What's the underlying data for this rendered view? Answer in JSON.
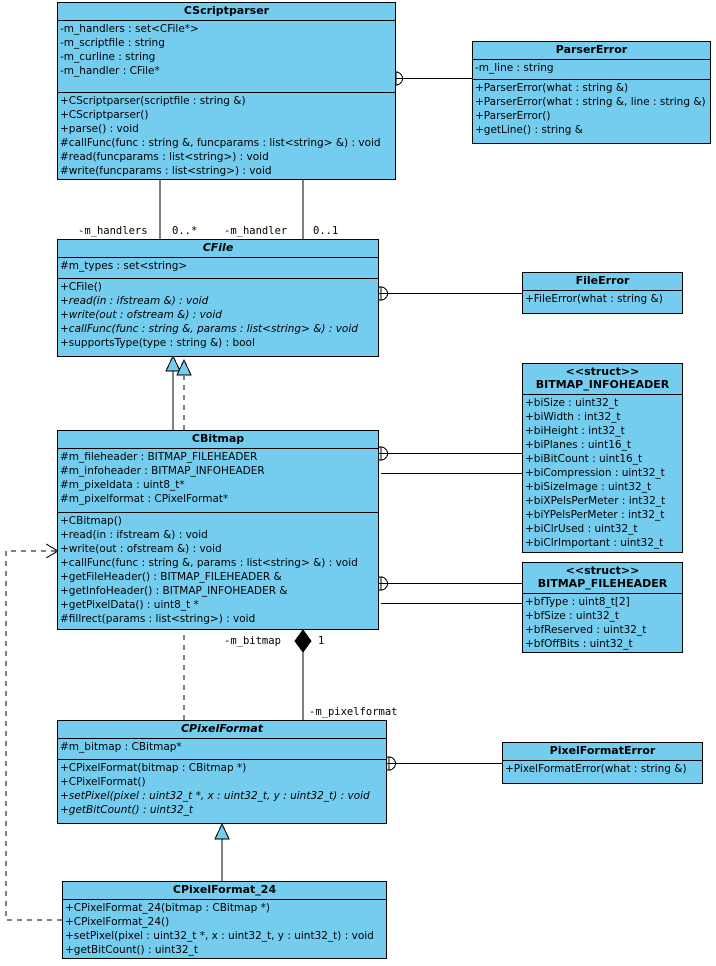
{
  "diagram": {
    "kind": "uml-class-diagram",
    "colors": {
      "class_fill": "#74cdee",
      "border": "#000000",
      "background": "#ffffff",
      "line": "#000000"
    }
  },
  "classes": [
    {
      "id": "cscriptparser",
      "name": "CScriptparser",
      "stereotype": "",
      "abstract": false,
      "attributes": [
        "-m_handlers : set<CFile*>",
        "-m_scriptfile : string",
        "-m_curline : string",
        "-m_handler : CFile*"
      ],
      "operations": [
        "+CScriptparser(scriptfile : string &)",
        "+CScriptparser()",
        "+parse() : void",
        "#callFunc(func : string &, funcparams : list<string> &) : void",
        "#read(funcparams : list<string>) : void",
        "#write(funcparams : list<string>) : void"
      ],
      "abstract_operations": []
    },
    {
      "id": "parsererror",
      "name": "ParserError",
      "stereotype": "",
      "abstract": false,
      "attributes": [
        "-m_line : string"
      ],
      "operations": [
        "+ParserError(what : string &)",
        "+ParserError(what : string &, line : string &)",
        "+ParserError()",
        "+getLine() : string &"
      ],
      "abstract_operations": []
    },
    {
      "id": "cfile",
      "name": "CFile",
      "stereotype": "",
      "abstract": true,
      "attributes": [
        "#m_types : set<string>"
      ],
      "operations": [
        "+CFile()",
        "+read(in : ifstream &) : void",
        "+write(out : ofstream &) : void",
        "+callFunc(func : string &, params : list<string> &) : void",
        "+supportsType(type : string &) : bool"
      ],
      "abstract_operations": [
        1,
        2,
        3
      ]
    },
    {
      "id": "fileerror",
      "name": "FileError",
      "stereotype": "",
      "abstract": false,
      "attributes": [],
      "operations": [
        "+FileError(what : string &)"
      ],
      "abstract_operations": []
    },
    {
      "id": "cbitmap",
      "name": "CBitmap",
      "stereotype": "",
      "abstract": false,
      "attributes": [
        "#m_fileheader : BITMAP_FILEHEADER",
        "#m_infoheader : BITMAP_INFOHEADER",
        "#m_pixeldata : uint8_t*",
        "#m_pixelformat : CPixelFormat*"
      ],
      "operations": [
        "+CBitmap()",
        "+read(in : ifstream &) : void",
        "+write(out : ofstream &) : void",
        "+callFunc(func : string &, params : list<string> &) : void",
        "+getFileHeader() : BITMAP_FILEHEADER &",
        "+getInfoHeader() : BITMAP_INFOHEADER &",
        "+getPixelData() : uint8_t *",
        "#fillrect(params : list<string>) : void"
      ],
      "abstract_operations": []
    },
    {
      "id": "bitmap_infoheader",
      "name": "BITMAP_INFOHEADER",
      "stereotype": "<<struct>>",
      "abstract": false,
      "attributes": [
        "+biSize : uint32_t",
        "+biWidth : int32_t",
        "+biHeight : int32_t",
        "+biPlanes : uint16_t",
        "+biBitCount : uint16_t",
        "+biCompression : uint32_t",
        "+biSizeImage : uint32_t",
        "+biXPelsPerMeter : int32_t",
        "+biYPelsPerMeter : int32_t",
        "+biClrUsed : uint32_t",
        "+biClrImportant : uint32_t"
      ],
      "operations": [],
      "abstract_operations": []
    },
    {
      "id": "bitmap_fileheader",
      "name": "BITMAP_FILEHEADER",
      "stereotype": "<<struct>>",
      "abstract": false,
      "attributes": [
        "+bfType : uint8_t[2]",
        "+bfSize : uint32_t",
        "+bfReserved : uint32_t",
        "+bfOffBits : uint32_t"
      ],
      "operations": [],
      "abstract_operations": []
    },
    {
      "id": "cpixelformat",
      "name": "CPixelFormat",
      "stereotype": "",
      "abstract": true,
      "attributes": [
        "#m_bitmap : CBitmap*"
      ],
      "operations": [
        "+CPixelFormat(bitmap : CBitmap *)",
        "+CPixelFormat()",
        "+setPixel(pixel : uint32_t *, x : uint32_t, y : uint32_t) : void",
        "+getBitCount() : uint32_t"
      ],
      "abstract_operations": [
        2,
        3
      ]
    },
    {
      "id": "pixelformaterror",
      "name": "PixelFormatError",
      "stereotype": "",
      "abstract": false,
      "attributes": [],
      "operations": [
        "+PixelFormatError(what : string &)"
      ],
      "abstract_operations": []
    },
    {
      "id": "cpixelformat_24",
      "name": "CPixelFormat_24",
      "stereotype": "",
      "abstract": false,
      "attributes": [],
      "operations": [
        "+CPixelFormat_24(bitmap : CBitmap *)",
        "+CPixelFormat_24()",
        "+setPixel(pixel : uint32_t *, x : uint32_t, y : uint32_t) : void",
        "+getBitCount() : uint32_t"
      ],
      "abstract_operations": []
    }
  ],
  "edge_labels": [
    {
      "id": "lbl-m-handlers",
      "text": "-m_handlers"
    },
    {
      "id": "lbl-mult-0star",
      "text": "0..*"
    },
    {
      "id": "lbl-m-handler",
      "text": "-m_handler"
    },
    {
      "id": "lbl-mult-01",
      "text": "0..1"
    },
    {
      "id": "lbl-m-bitmap",
      "text": "-m_bitmap"
    },
    {
      "id": "lbl-mult-1",
      "text": "1"
    },
    {
      "id": "lbl-m-pixelformat",
      "text": "-m_pixelformat"
    }
  ]
}
